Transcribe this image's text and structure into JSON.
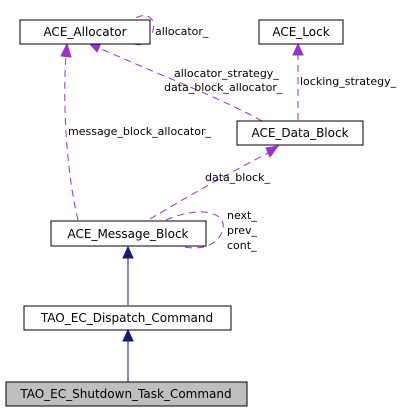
{
  "nodes": {
    "allocator": {
      "label": "ACE_Allocator"
    },
    "lock": {
      "label": "ACE_Lock"
    },
    "data_block": {
      "label": "ACE_Data_Block"
    },
    "message_block": {
      "label": "ACE_Message_Block"
    },
    "dispatch_command": {
      "label": "TAO_EC_Dispatch_Command"
    },
    "shutdown_task_command": {
      "label": "TAO_EC_Shutdown_Task_Command"
    }
  },
  "edges": {
    "allocator_self": {
      "label": "allocator_"
    },
    "allocator_strategy": {
      "label": "allocator_strategy_"
    },
    "data_block_allocator": {
      "label": "data_block_allocator_"
    },
    "locking_strategy": {
      "label": "locking_strategy_"
    },
    "message_block_allocator": {
      "label": "message_block_allocator_"
    },
    "data_block": {
      "label": "data_block_"
    },
    "next": {
      "label": "next_"
    },
    "prev": {
      "label": "prev_"
    },
    "cont": {
      "label": "cont_"
    }
  },
  "colors": {
    "inheritance": "#191970",
    "usage": "#9a32cd",
    "highlight_fill": "#bfbfbf"
  }
}
